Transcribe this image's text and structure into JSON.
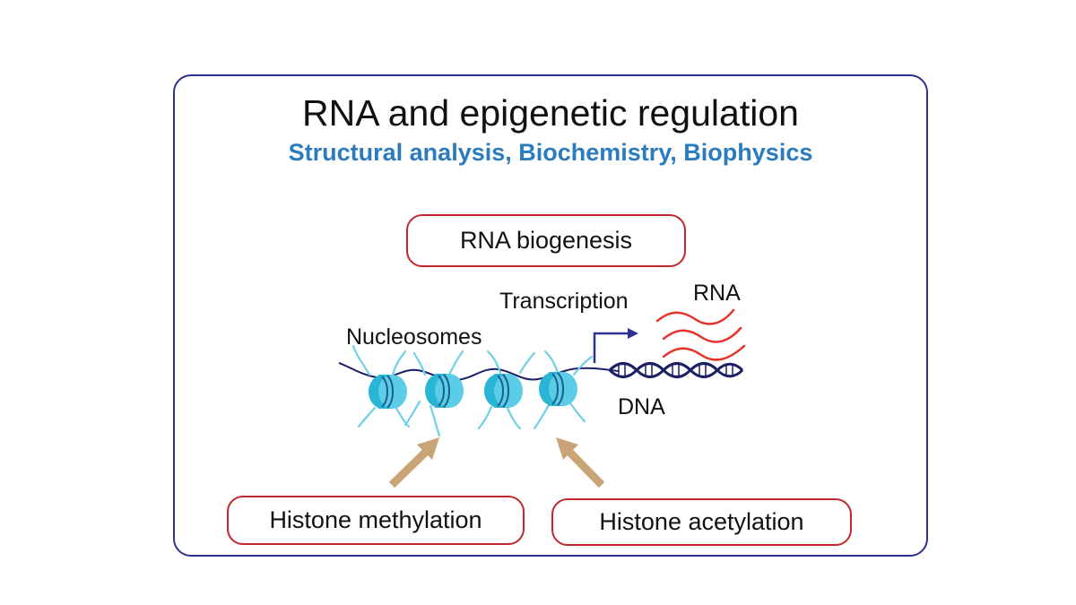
{
  "title": "RNA and epigenetic regulation",
  "subtitle": "Structural analysis, Biochemistry, Biophysics",
  "boxes": {
    "rna_biogenesis": "RNA biogenesis",
    "histone_methylation": "Histone methylation",
    "histone_acetylation": "Histone acetylation"
  },
  "labels": {
    "transcription": "Transcription",
    "rna": "RNA",
    "nucleosomes": "Nucleosomes",
    "dna": "DNA"
  },
  "colors": {
    "frame_border": "#2e3192",
    "subtitle": "#2b7bbf",
    "box_border": "#c1272d",
    "rna_strand": "#e8332a",
    "arrow": "#c9a477",
    "nucleosome": "#29b6d6",
    "histone_tail": "#6fd0e6",
    "dna_helix": "#1b1f66",
    "transcription_arrow": "#2e3192"
  }
}
